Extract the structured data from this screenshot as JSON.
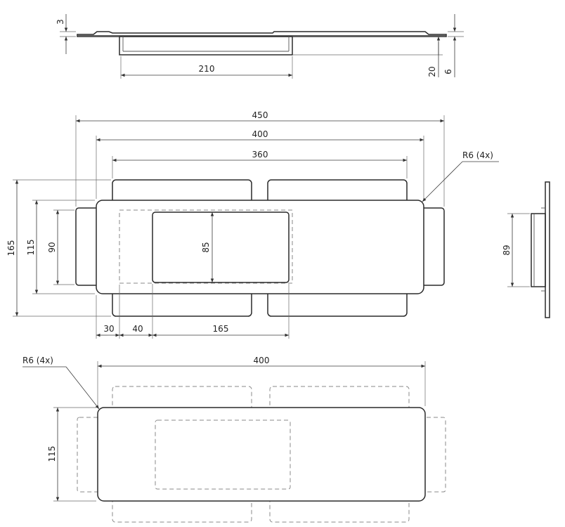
{
  "side_view": {
    "dim_plate_thickness": "3",
    "dim_body_length": "210",
    "dim_depth": "20",
    "dim_total_depth": "6"
  },
  "top_view": {
    "dim_overall_length": "450",
    "dim_plate_length": "400",
    "dim_body_length": "360",
    "dim_overall_height": "165",
    "dim_plate_height": "115",
    "dim_body_height": "90",
    "dim_opening_height": "85",
    "dim_offset_1": "30",
    "dim_offset_2": "40",
    "dim_opening_length": "165",
    "radius_note": "R6 (4x)"
  },
  "end_view": {
    "dim_height": "89"
  },
  "bottom_view": {
    "dim_plate_length": "400",
    "dim_plate_height": "115",
    "radius_note": "R6 (4x)"
  }
}
